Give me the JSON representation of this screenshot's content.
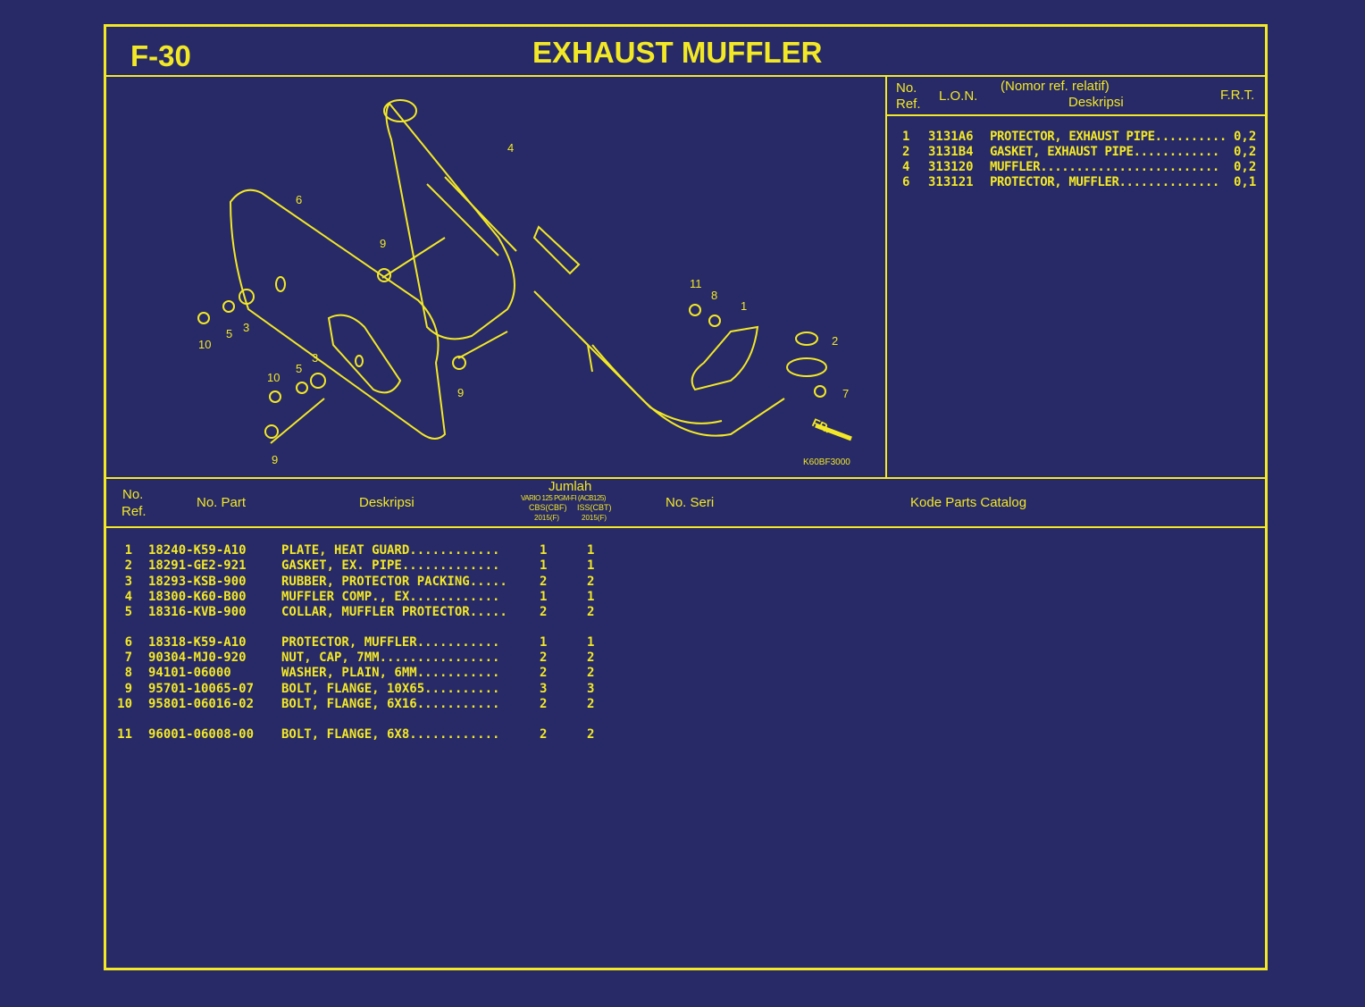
{
  "header": {
    "code": "F-30",
    "title": "EXHAUST MUFFLER"
  },
  "frt_table": {
    "headers": {
      "no_ref": "No.\nRef.",
      "lon": "L.O.N.",
      "nomor": "(Nomor ref. relatif)",
      "deskripsi": "Deskripsi",
      "frt": "F.R.T."
    },
    "rows": [
      {
        "ref": "1",
        "lon": "3131A6",
        "desc": "PROTECTOR, EXHAUST PIPE..........",
        "frt": "0,2"
      },
      {
        "ref": "2",
        "lon": "3131B4",
        "desc": "GASKET, EXHAUST PIPE............",
        "frt": "0,2"
      },
      {
        "ref": "4",
        "lon": "313120",
        "desc": "MUFFLER.........................",
        "frt": "0,2"
      },
      {
        "ref": "6",
        "lon": "313121",
        "desc": "PROTECTOR, MUFFLER..............",
        "frt": "0,1"
      }
    ]
  },
  "diagram": {
    "code": "K60BF3000",
    "front_label": "FR.",
    "callouts": [
      "4",
      "6",
      "9",
      "11",
      "8",
      "1",
      "2",
      "7",
      "10",
      "5",
      "3",
      "10",
      "5",
      "3",
      "9",
      "9"
    ]
  },
  "parts_table": {
    "headers": {
      "no_ref_1": "No.",
      "no_ref_2": "Ref.",
      "no_part": "No. Part",
      "deskripsi": "Deskripsi",
      "jumlah": "Jumlah",
      "model": "VARIO 125 PGM-FI (ACB125)",
      "variant_1": "CBS(CBF)",
      "variant_2": "ISS(CBT)",
      "year_1": "2015(F)",
      "year_2": "2015(F)",
      "no_seri": "No. Seri",
      "kode": "Kode Parts Catalog"
    },
    "rows": [
      {
        "ref": "1",
        "part": "18240-K59-A10",
        "desc": "PLATE, HEAT GUARD............",
        "q1": "1",
        "q2": "1"
      },
      {
        "ref": "2",
        "part": "18291-GE2-921",
        "desc": "GASKET, EX. PIPE.............",
        "q1": "1",
        "q2": "1"
      },
      {
        "ref": "3",
        "part": "18293-KSB-900",
        "desc": "RUBBER, PROTECTOR PACKING.....",
        "q1": "2",
        "q2": "2"
      },
      {
        "ref": "4",
        "part": "18300-K60-B00",
        "desc": "MUFFLER COMP., EX............",
        "q1": "1",
        "q2": "1"
      },
      {
        "ref": "5",
        "part": "18316-KVB-900",
        "desc": "COLLAR, MUFFLER PROTECTOR.....",
        "q1": "2",
        "q2": "2"
      },
      {
        "ref": "6",
        "part": "18318-K59-A10",
        "desc": "PROTECTOR, MUFFLER...........",
        "q1": "1",
        "q2": "1"
      },
      {
        "ref": "7",
        "part": "90304-MJ0-920",
        "desc": "NUT, CAP, 7MM................",
        "q1": "2",
        "q2": "2"
      },
      {
        "ref": "8",
        "part": "94101-06000",
        "desc": "WASHER, PLAIN, 6MM...........",
        "q1": "2",
        "q2": "2"
      },
      {
        "ref": "9",
        "part": "95701-10065-07",
        "desc": "BOLT, FLANGE, 10X65..........",
        "q1": "3",
        "q2": "3"
      },
      {
        "ref": "10",
        "part": "95801-06016-02",
        "desc": "BOLT, FLANGE, 6X16...........",
        "q1": "2",
        "q2": "2"
      },
      {
        "ref": "11",
        "part": "96001-06008-00",
        "desc": "BOLT, FLANGE, 6X8............",
        "q1": "2",
        "q2": "2"
      }
    ]
  }
}
